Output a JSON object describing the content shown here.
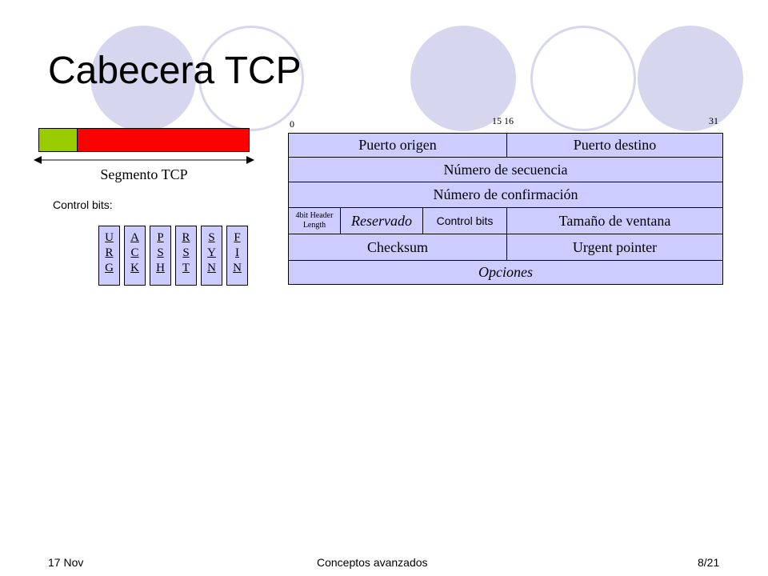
{
  "slide": {
    "title": "Cabecera TCP",
    "footer_left": "17 Nov",
    "footer_center": "Conceptos avanzados",
    "footer_right": "8/21"
  },
  "segment": {
    "label": "Segmento TCP",
    "colors": {
      "header": "#99cc00",
      "data": "#ff0000"
    }
  },
  "control_bits": {
    "label": "Control bits:",
    "flags": [
      {
        "letters": [
          "U",
          "R",
          "G"
        ]
      },
      {
        "letters": [
          "A",
          "C",
          "K"
        ]
      },
      {
        "letters": [
          "P",
          "S",
          "H"
        ]
      },
      {
        "letters": [
          "R",
          "S",
          "T"
        ]
      },
      {
        "letters": [
          "S",
          "Y",
          "N"
        ]
      },
      {
        "letters": [
          "F",
          "I",
          "N"
        ]
      }
    ]
  },
  "tcp_header": {
    "bit_labels": {
      "start": "0",
      "mid": "15 16",
      "end": "31"
    },
    "rows": {
      "source_port": "Puerto origen",
      "dest_port": "Puerto destino",
      "seq": "Número de secuencia",
      "ack": "Número de confirmación",
      "header_length_line1": "4bit Header",
      "header_length_line2": "Length",
      "reserved": "Reservado",
      "control_bits": "Control bits",
      "window": "Tamaño de ventana",
      "checksum": "Checksum",
      "urgent": "Urgent pointer",
      "options": "Opciones"
    },
    "cell_color": "#ccccff"
  }
}
